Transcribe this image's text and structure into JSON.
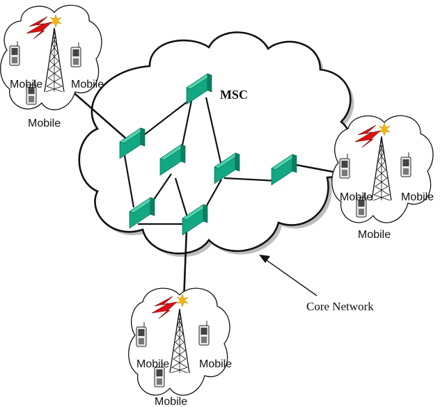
{
  "diagram": {
    "core_network": {
      "switch_label": "MSC",
      "callout_label": "Core Network",
      "cloud_fill": "#ffffff",
      "switch_color": "#12a882",
      "switch_color_dark": "#0b7f61"
    },
    "access_clouds": [
      {
        "mobile_labels": [
          "Mobile",
          "Mobile",
          "Mobile"
        ]
      },
      {
        "mobile_labels": [
          "Mobile",
          "Mobile",
          "Mobile"
        ]
      },
      {
        "mobile_labels": [
          "Mobile",
          "Mobile",
          "Mobile"
        ]
      }
    ],
    "radio_link_color": "#e01010",
    "signal_color": "#f5b800"
  }
}
